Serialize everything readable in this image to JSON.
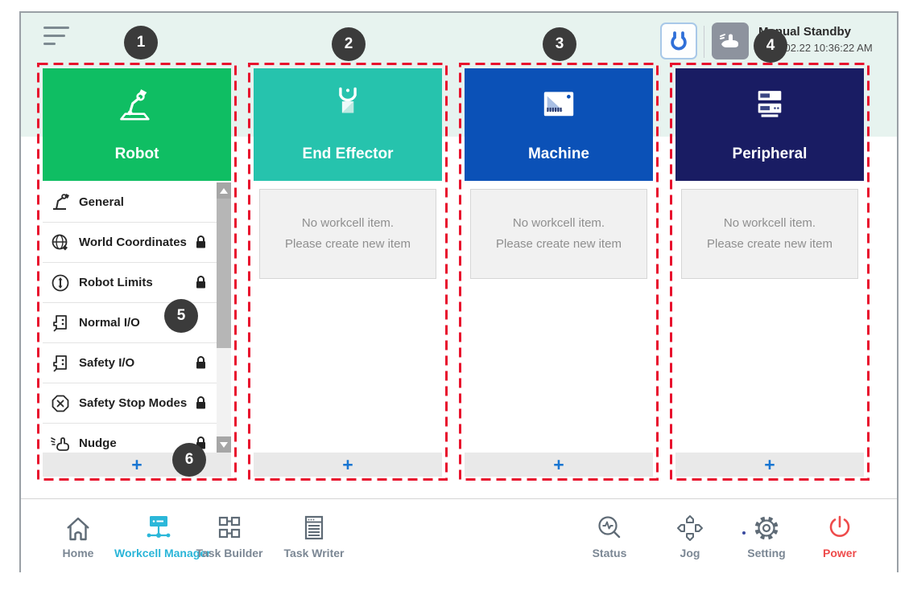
{
  "header": {
    "mode_status": "Manual Standby",
    "datetime": "2022.02.22 10:36:22 AM",
    "gripper_button_icon": "gripper-icon",
    "manual_mode_icon": "hand-icon"
  },
  "callouts": [
    "1",
    "2",
    "3",
    "4",
    "5",
    "6"
  ],
  "columns": [
    {
      "title": "Robot",
      "color": "#0fbe63",
      "items": [
        {
          "label": "General",
          "locked": false,
          "icon": "robot-arm-icon"
        },
        {
          "label": "World Coordinates",
          "locked": true,
          "icon": "world-coordinates-icon"
        },
        {
          "label": "Robot Limits",
          "locked": true,
          "icon": "robot-limits-icon"
        },
        {
          "label": "Normal I/O",
          "locked": false,
          "icon": "io-icon"
        },
        {
          "label": "Safety I/O",
          "locked": true,
          "icon": "io-icon"
        },
        {
          "label": "Safety Stop Modes",
          "locked": true,
          "icon": "stop-octagon-icon"
        },
        {
          "label": "Nudge",
          "locked": true,
          "icon": "nudge-hand-icon"
        }
      ]
    },
    {
      "title": "End Effector",
      "color": "#26c3ad",
      "empty": {
        "line1": "No workcell item.",
        "line2": "Please create new item"
      }
    },
    {
      "title": "Machine",
      "color": "#0b51b7",
      "empty": {
        "line1": "No workcell item.",
        "line2": "Please create new item"
      }
    },
    {
      "title": "Peripheral",
      "color": "#191c63",
      "empty": {
        "line1": "No workcell item.",
        "line2": "Please create new item"
      }
    }
  ],
  "column_footer": {
    "add_label": "+"
  },
  "nav": {
    "primary": [
      {
        "label": "Home",
        "active": false
      },
      {
        "label": "Workcell Manager",
        "active": true
      },
      {
        "label": "Task Builder",
        "active": false
      },
      {
        "label": "Task Writer",
        "active": false
      }
    ],
    "secondary": [
      {
        "label": "Status"
      },
      {
        "label": "Jog"
      },
      {
        "label": "Setting"
      },
      {
        "label": "Power"
      }
    ]
  },
  "colors": {
    "callout_dashed_border": "#e8112d",
    "add_accent": "#1976d2",
    "nav_active": "#29b5d8",
    "power_red": "#ee4b4b",
    "top_band": "#e7f3ef"
  }
}
